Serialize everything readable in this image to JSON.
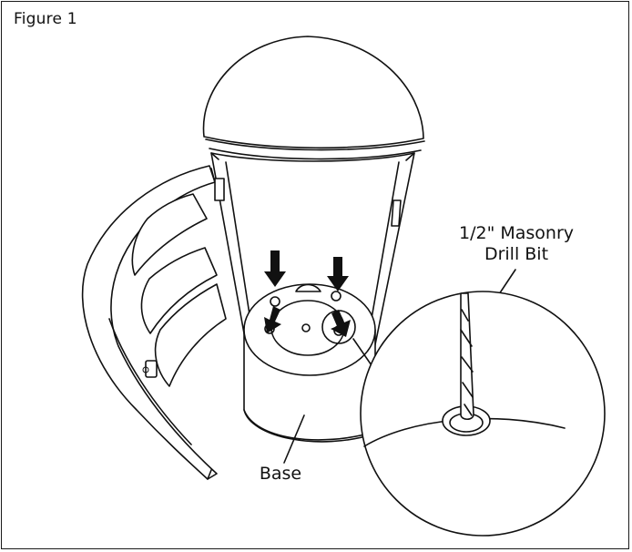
{
  "figure": {
    "title": "Figure 1"
  },
  "labels": {
    "drill_bit_line1": "1/2\" Masonry",
    "drill_bit_line2": "Drill Bit",
    "base": "Base"
  },
  "colors": {
    "ink": "#111111",
    "paper": "#ffffff"
  }
}
